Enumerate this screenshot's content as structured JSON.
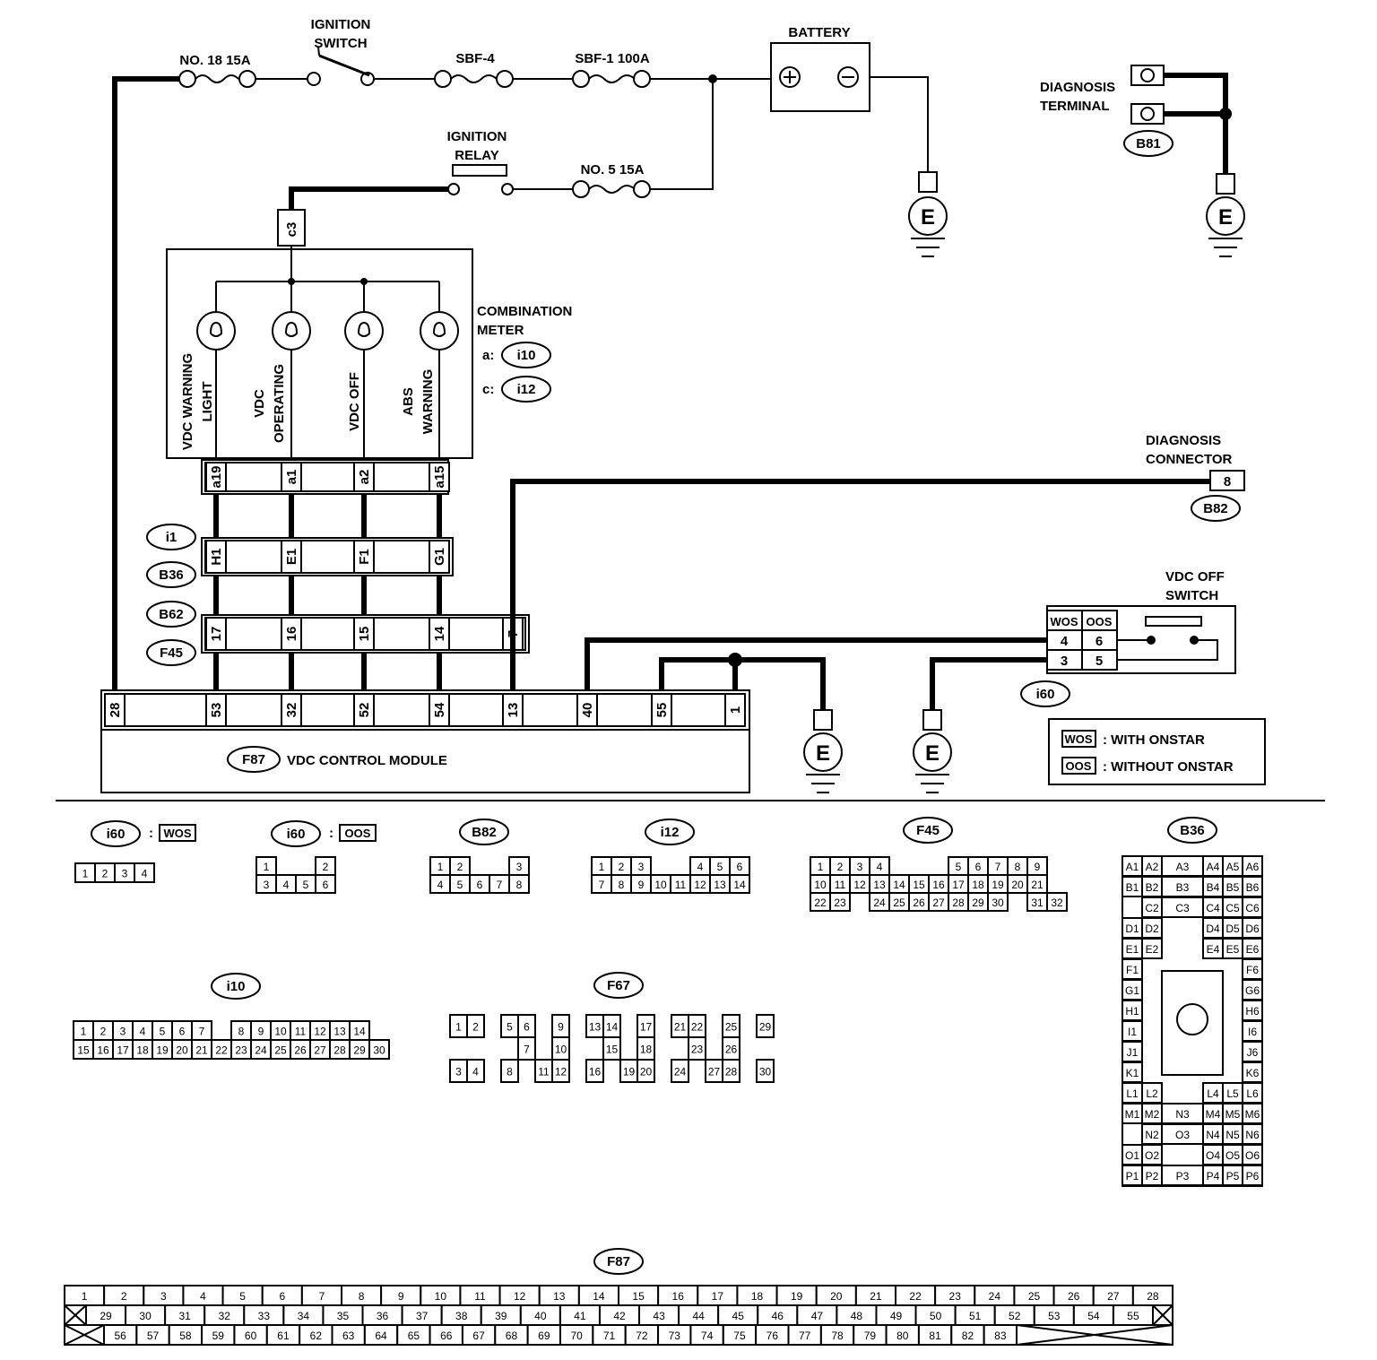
{
  "labels": {
    "fuse18": "NO. 18 15A",
    "ign_switch_1": "IGNITION",
    "ign_switch_2": "SWITCH",
    "sbf4": "SBF-4",
    "sbf1": "SBF-1 100A",
    "battery": "BATTERY",
    "ign_relay_1": "IGNITION",
    "ign_relay_2": "RELAY",
    "fuse5": "NO. 5 15A",
    "diag_term_1": "DIAGNOSIS",
    "diag_term_2": "TERMINAL",
    "b81": "B81",
    "combo_1": "COMBINATION",
    "combo_2": "METER",
    "combo_a": "a:",
    "combo_c": "c:",
    "i10": "i10",
    "i12": "i12",
    "c3": "c3",
    "lamp1_1": "VDC WARNING",
    "lamp1_2": "LIGHT",
    "lamp2_1": "VDC",
    "lamp2_2": "OPERATING",
    "lamp3_1": "VDC OFF",
    "lamp4_1": "ABS",
    "lamp4_2": "WARNING",
    "diag_conn_1": "DIAGNOSIS",
    "diag_conn_2": "CONNECTOR",
    "b82": "B82",
    "i1": "i1",
    "b36": "B36",
    "b62": "B62",
    "f45": "F45",
    "vdc_sw_1": "VDC OFF",
    "vdc_sw_2": "SWITCH",
    "wos": "WOS",
    "oos": "OOS",
    "i60": "i60",
    "f87": "F87",
    "module": "VDC CONTROL MODULE",
    "legend_wos": ": WITH ONSTAR",
    "legend_oos": ": WITHOUT ONSTAR",
    "ground": "E",
    "f67": "F67",
    "colon": ":"
  },
  "pins": {
    "meter_top": [
      "a19",
      "a1",
      "a2",
      "a15"
    ],
    "b36_row": [
      "H1",
      "E1",
      "F1",
      "G1"
    ],
    "b62_row": [
      "17",
      "16",
      "15",
      "14",
      "7"
    ],
    "module_row": [
      "28",
      "53",
      "32",
      "52",
      "54",
      "13",
      "40",
      "55",
      "1"
    ],
    "diag_pin": "8",
    "switch_pins": [
      "4",
      "6",
      "3",
      "5"
    ]
  },
  "connectors": {
    "i60_wos": [
      [
        "1",
        "2",
        "3",
        "4"
      ]
    ],
    "i60_oos": [
      [
        "1",
        "",
        "",
        "2"
      ],
      [
        "3",
        "4",
        "5",
        "6"
      ]
    ],
    "b82": [
      [
        "1",
        "2",
        "",
        "",
        "3"
      ],
      [
        "4",
        "5",
        "6",
        "7",
        "8"
      ]
    ],
    "i12": [
      [
        "1",
        "2",
        "3",
        "",
        "",
        "4",
        "5",
        "6"
      ],
      [
        "7",
        "8",
        "9",
        "10",
        "11",
        "12",
        "13",
        "14"
      ]
    ],
    "f45": [
      [
        "1",
        "2",
        "3",
        "4",
        "",
        "",
        "",
        "5",
        "6",
        "7",
        "8",
        "9"
      ],
      [
        "10",
        "11",
        "12",
        "13",
        "14",
        "15",
        "16",
        "17",
        "18",
        "19",
        "20",
        "21"
      ],
      [
        "22",
        "23",
        "",
        "24",
        "25",
        "26",
        "27",
        "28",
        "29",
        "30",
        "",
        "31",
        "32"
      ]
    ],
    "i10": [
      [
        "1",
        "2",
        "3",
        "4",
        "5",
        "6",
        "7",
        "",
        "8",
        "9",
        "10",
        "11",
        "12",
        "13",
        "14"
      ],
      [
        "15",
        "16",
        "17",
        "18",
        "19",
        "20",
        "21",
        "22",
        "23",
        "24",
        "25",
        "26",
        "27",
        "28",
        "29",
        "30"
      ]
    ],
    "f67": [
      [
        "1",
        "2",
        "",
        "5",
        "6",
        "",
        "9",
        "",
        "13",
        "14",
        "",
        "17",
        "",
        "21",
        "22",
        "",
        "25",
        "",
        "29"
      ],
      [
        "",
        "",
        "",
        "",
        "7",
        "",
        "10",
        "",
        "",
        "15",
        "",
        "18",
        "",
        "",
        "23",
        "",
        "26",
        "",
        ""
      ],
      [
        "3",
        "4",
        "",
        "8",
        "",
        "11",
        "12",
        "",
        "16",
        "",
        "19",
        "20",
        "",
        "24",
        "",
        "27",
        "28",
        "",
        "30"
      ]
    ],
    "b36": [
      [
        "A1",
        "A2",
        "A3",
        "A4",
        "A5",
        "A6"
      ],
      [
        "B1",
        "B2",
        "B3",
        "B4",
        "B5",
        "B6"
      ],
      [
        "C2",
        "C3",
        "C4",
        "C5",
        "C6"
      ],
      [
        "D1",
        "D2",
        "D4",
        "D5",
        "D6"
      ],
      [
        "E1",
        "E2",
        "E4",
        "E5",
        "E6"
      ],
      [
        "F1",
        "F6"
      ],
      [
        "G1",
        "G6"
      ],
      [
        "H1",
        "H6"
      ],
      [
        "I1",
        "I6"
      ],
      [
        "J1",
        "J6"
      ],
      [
        "K1",
        "K6"
      ],
      [
        "L1",
        "L2",
        "L4",
        "L5",
        "L6"
      ],
      [
        "M1",
        "M2",
        "N3",
        "M4",
        "M5",
        "M6"
      ],
      [
        "N2",
        "O3",
        "N4",
        "N5",
        "N6"
      ],
      [
        "O1",
        "O2",
        "O4",
        "O5",
        "O6"
      ],
      [
        "P1",
        "P2",
        "P3",
        "P4",
        "P5",
        "P6"
      ]
    ],
    "f87_r1": [
      "1",
      "2",
      "3",
      "4",
      "5",
      "6",
      "7",
      "8",
      "9",
      "10",
      "11",
      "12",
      "13",
      "14",
      "15",
      "16",
      "17",
      "18",
      "19",
      "20",
      "21",
      "22",
      "23",
      "24",
      "25",
      "26",
      "27",
      "28"
    ],
    "f87_r2": [
      "29",
      "30",
      "31",
      "32",
      "33",
      "34",
      "35",
      "36",
      "37",
      "38",
      "39",
      "40",
      "41",
      "42",
      "43",
      "44",
      "45",
      "46",
      "47",
      "48",
      "49",
      "50",
      "51",
      "52",
      "53",
      "54",
      "55"
    ],
    "f87_r3": [
      "56",
      "57",
      "58",
      "59",
      "60",
      "61",
      "62",
      "63",
      "64",
      "65",
      "66",
      "67",
      "68",
      "69",
      "70",
      "71",
      "72",
      "73",
      "74",
      "75",
      "76",
      "77",
      "78",
      "79",
      "80",
      "81",
      "82",
      "83"
    ]
  }
}
